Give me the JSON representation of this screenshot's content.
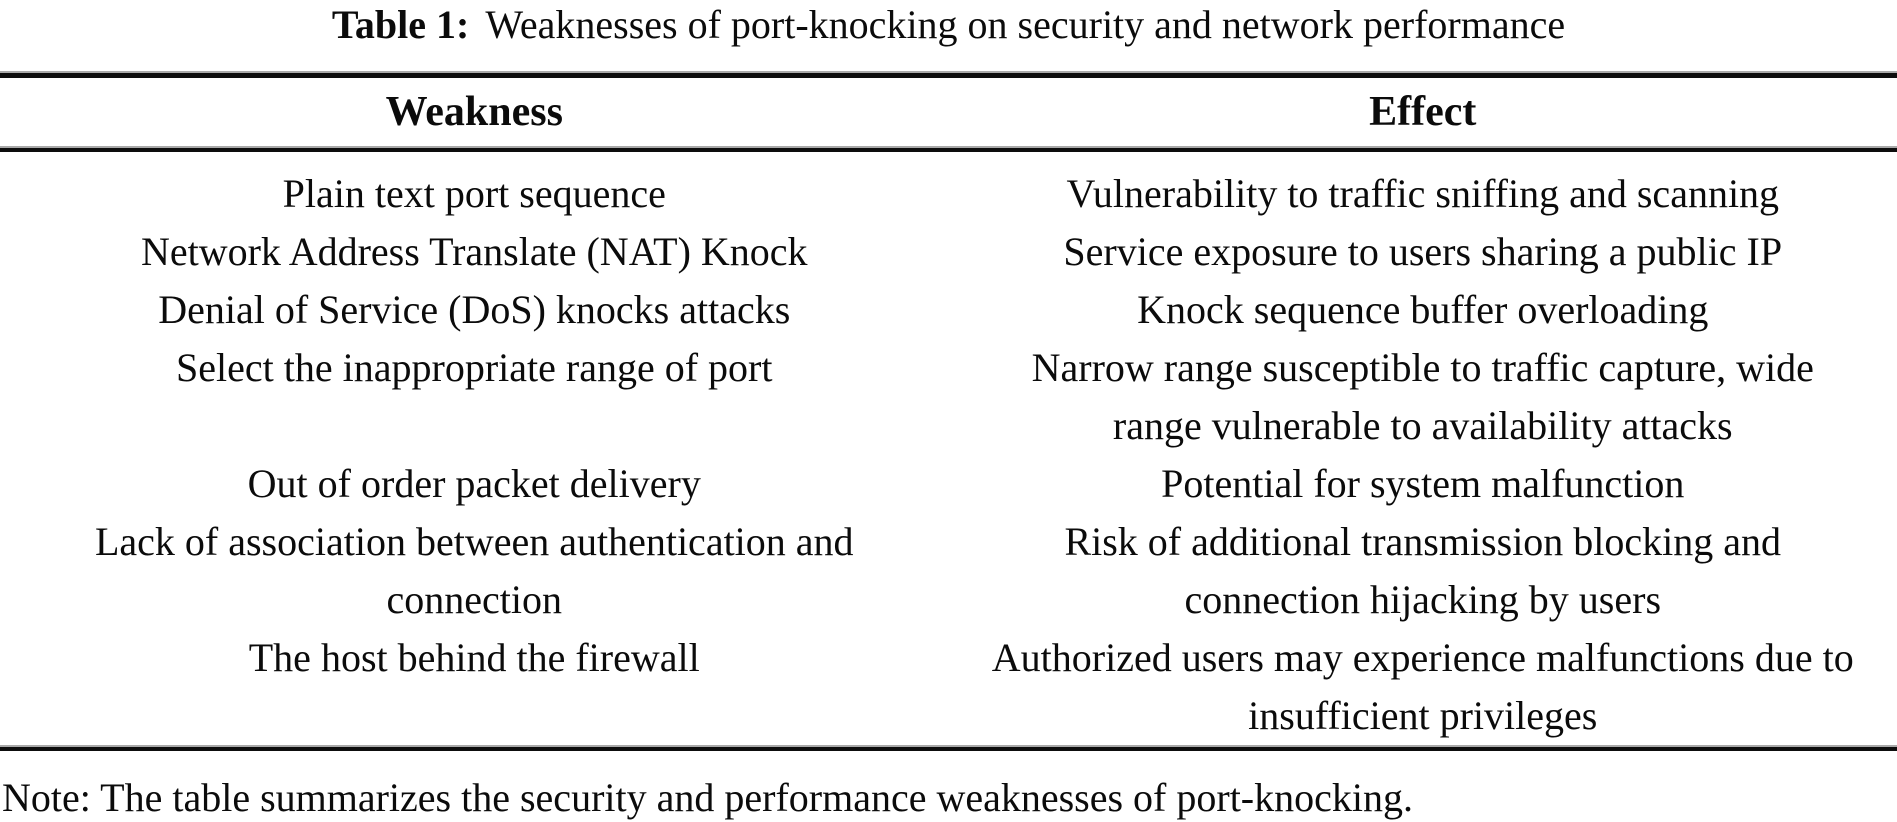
{
  "table": {
    "caption_label": "Table 1:",
    "caption_text": "Weaknesses of port-knocking on security and network performance",
    "columns": [
      "Weakness",
      "Effect"
    ],
    "rows": [
      {
        "weakness": "Plain text port sequence",
        "effect": "Vulnerability to traffic sniffing and scanning"
      },
      {
        "weakness": "Network Address Translate (NAT) Knock",
        "effect": "Service exposure to users sharing a public IP"
      },
      {
        "weakness": "Denial of Service (DoS) knocks attacks",
        "effect": "Knock sequence buffer overloading"
      },
      {
        "weakness": "Select the inappropriate range of port",
        "effect": "Narrow range susceptible to traffic capture, wide range vulnerable to availability attacks"
      },
      {
        "weakness": "Out of order packet delivery",
        "effect": "Potential for system malfunction"
      },
      {
        "weakness": "Lack of association between authentication and connection",
        "effect": "Risk of additional transmission blocking and connection hijacking by users"
      },
      {
        "weakness": "The host behind the firewall",
        "effect": "Authorized users may experience malfunctions due to insufficient privileges"
      }
    ],
    "note": "Note: The table summarizes the security and performance weaknesses of port-knocking."
  },
  "colors": {
    "background": "#ffffff",
    "text": "#0b0b0b",
    "rule": "#0d0d0d"
  }
}
